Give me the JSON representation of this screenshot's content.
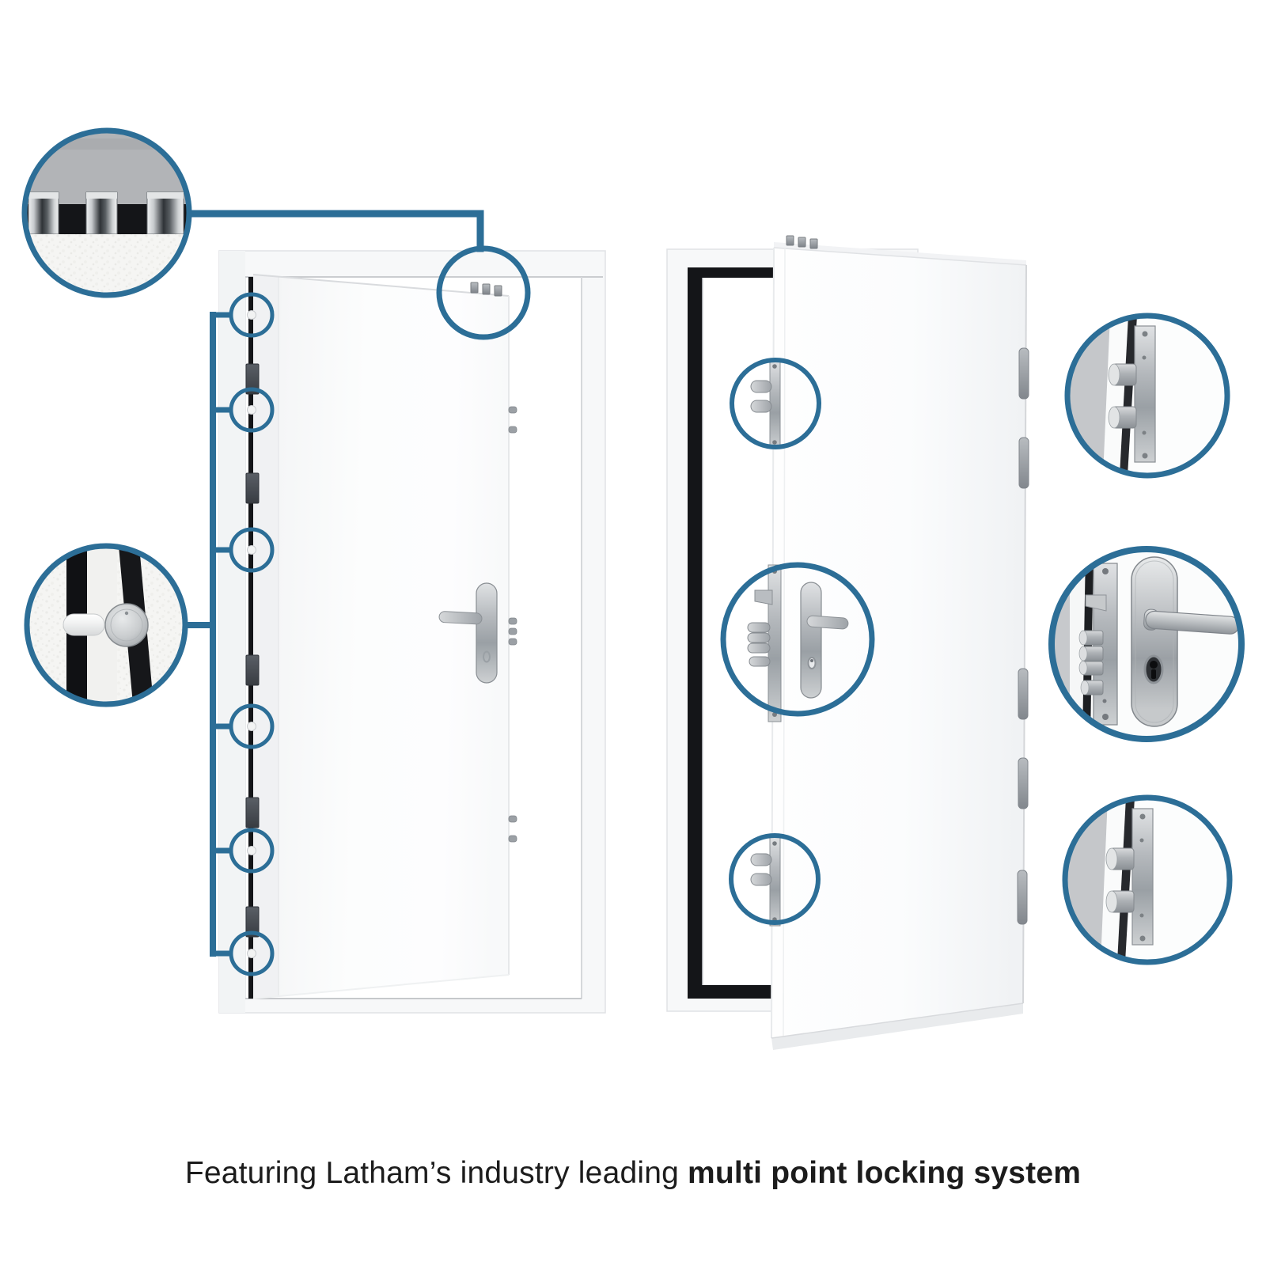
{
  "caption": {
    "regular": "Featuring Latham’s industry leading ",
    "bold": "multi point locking system"
  },
  "colors": {
    "accent": "#2c6e97",
    "background": "#ffffff",
    "text": "#1c1c1c",
    "door_white": "#fdfdfe",
    "frame_shade": "#f7f8f9",
    "gap_dark": "#141518",
    "edge_gray": "#b2b4b7",
    "metal_light": "#d6d8da",
    "metal_dark": "#8f9499"
  },
  "callouts": [
    {
      "name": "dog-bolts-detail-circle",
      "position": "top-left"
    },
    {
      "name": "security-pin-detail-circle",
      "position": "middle-left"
    },
    {
      "name": "hinge-pin-ring",
      "position": "left-door-hinge-edge",
      "count": 6
    },
    {
      "name": "top-dog-bolts-ring",
      "position": "left-door-top"
    },
    {
      "name": "edge-bolts-ring-top",
      "position": "right-door-lock-edge"
    },
    {
      "name": "lock-and-handle-ring",
      "position": "right-door-lock-edge"
    },
    {
      "name": "edge-bolts-ring-bottom",
      "position": "right-door-lock-edge"
    },
    {
      "name": "deadbolts-detail-circle-top",
      "position": "far-right"
    },
    {
      "name": "lock-handle-detail-circle",
      "position": "far-right"
    },
    {
      "name": "deadbolts-detail-circle-bottom",
      "position": "far-right"
    }
  ]
}
